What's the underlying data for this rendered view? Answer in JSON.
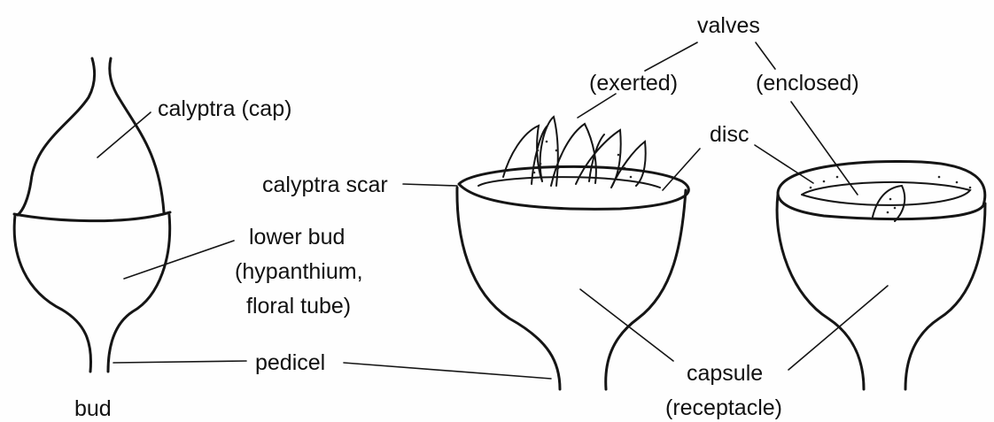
{
  "labels": {
    "calyptra": "calyptra (cap)",
    "lower_bud_1": "lower bud",
    "lower_bud_2": "(hypanthium,",
    "lower_bud_3": "floral tube)",
    "pedicel": "pedicel",
    "bud": "bud",
    "calyptra_scar": "calyptra scar",
    "valves": "valves",
    "exerted": "(exerted)",
    "enclosed": "(enclosed)",
    "disc": "disc",
    "capsule": "capsule",
    "receptacle": "(receptacle)"
  },
  "colors": {
    "ink": "#151515",
    "paper": "#fefefe"
  }
}
